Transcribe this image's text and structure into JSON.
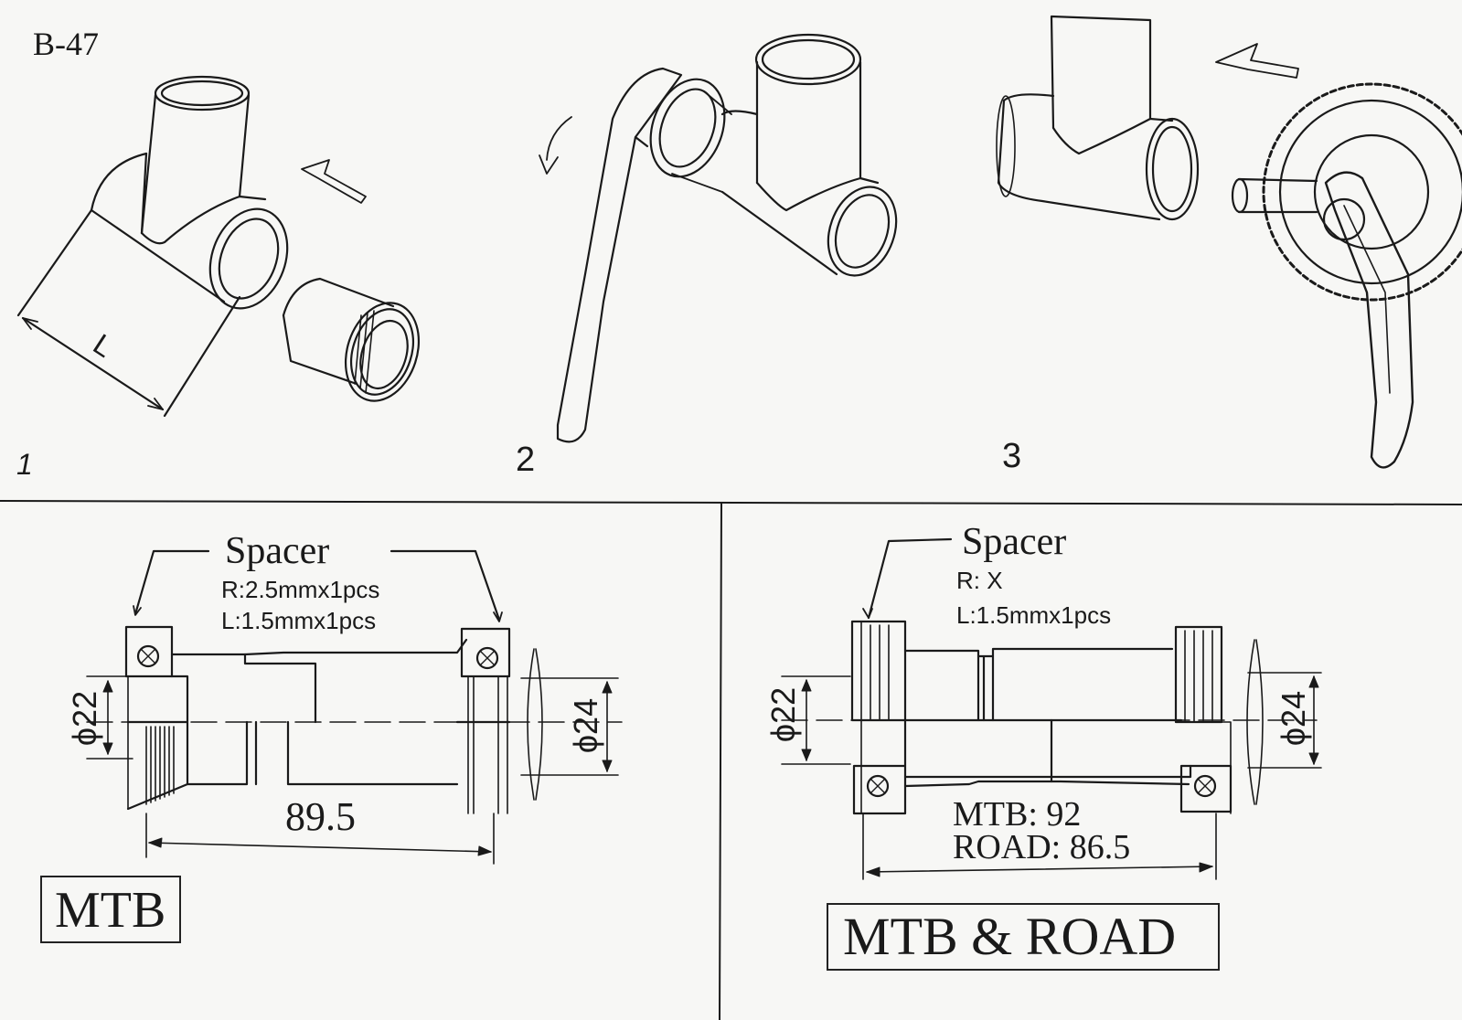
{
  "model_code": "B-47",
  "steps": [
    {
      "number": "1",
      "dimension_label": "L"
    },
    {
      "number": "2"
    },
    {
      "number": "3"
    }
  ],
  "panels": {
    "mtb": {
      "spacer_title": "Spacer",
      "spacer_right": "R:2.5mmx1pcs",
      "spacer_left": "L:1.5mmx1pcs",
      "dia_left": "ϕ22",
      "dia_right": "ϕ24",
      "width": "89.5",
      "label": "MTB"
    },
    "mtb_road": {
      "spacer_title": "Spacer",
      "spacer_right": "R: X",
      "spacer_left": "L:1.5mmx1pcs",
      "dia_left": "ϕ22",
      "dia_right": "ϕ24",
      "width_mtb": "MTB: 92",
      "width_road": "ROAD: 86.5",
      "label": "MTB & ROAD"
    }
  }
}
